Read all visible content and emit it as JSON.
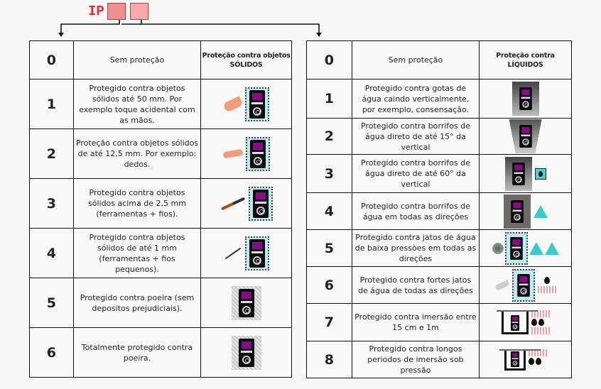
{
  "header": {
    "label": "IP",
    "digit_boxes": [
      {
        "color": "#f08f8f"
      },
      {
        "color": "#f5a9a9"
      }
    ],
    "label_color": "#e12b2b"
  },
  "solids_table": {
    "header": {
      "code": "0",
      "description": "Sem proteção",
      "title_line1": "Proteção contra objetos",
      "title_line2": "SÓLIDOS"
    },
    "rows": [
      {
        "code": "1",
        "description": "Protegido contra objetos sólidos até 50 mm. Por exemplo toque acidental com as mãos.",
        "icon": "hand-device-icon"
      },
      {
        "code": "2",
        "description": "Proteção contra objetos sólidos de até 12,5 mm. Por exemplo: dedos.",
        "icon": "finger-device-icon"
      },
      {
        "code": "3",
        "description": "Protegido contra objetos sólidos acima de 2,5 mm (ferramentas + fios).",
        "icon": "screwdriver-device-icon"
      },
      {
        "code": "4",
        "description": "Protegido contra objetos sólidos de até 1 mm (ferramentas + fios pequenos).",
        "icon": "wire-device-icon"
      },
      {
        "code": "5",
        "description": "Protegido contra poeira (sem depositos prejudiciais).",
        "icon": "dust-device-icon"
      },
      {
        "code": "6",
        "description": "Totalmente protegido contra poeira.",
        "icon": "dust-tight-device-icon"
      }
    ]
  },
  "liquids_table": {
    "header": {
      "code": "0",
      "description": "Sem proteção",
      "title_line1": "Proteção contra",
      "title_line2": "LÍQUIDOS"
    },
    "rows": [
      {
        "code": "1",
        "description": "Protegido contra gotas de água caindo verticalmente, por exemplo, consensação.",
        "icon": "vertical-drip-device-icon"
      },
      {
        "code": "2",
        "description": "Protegido contra borrifos de água direto de até 15° da vertical",
        "icon": "tilted-drip-device-icon"
      },
      {
        "code": "3",
        "description": "Protegido contra borrifos de água direto de até 60° da vertical",
        "icon": "spray-device-icon"
      },
      {
        "code": "4",
        "description": "Protegido contra borrifos de água em todas as direções",
        "icon": "splash-device-icon"
      },
      {
        "code": "5",
        "description": "Protegido contra jatos de água de baixa pressòes em todas as direções",
        "icon": "low-pressure-jet-device-icon"
      },
      {
        "code": "6",
        "description": "Protegido contra fortes jatos de água de todas as direções",
        "icon": "strong-jet-device-icon"
      },
      {
        "code": "7",
        "description": "Protegido contra imersão entre 15 cm e 1m",
        "icon": "immersion-device-icon"
      },
      {
        "code": "8",
        "description": "Protegido contra longos periodos de imersão sob pressão",
        "icon": "submersion-device-icon"
      }
    ]
  }
}
